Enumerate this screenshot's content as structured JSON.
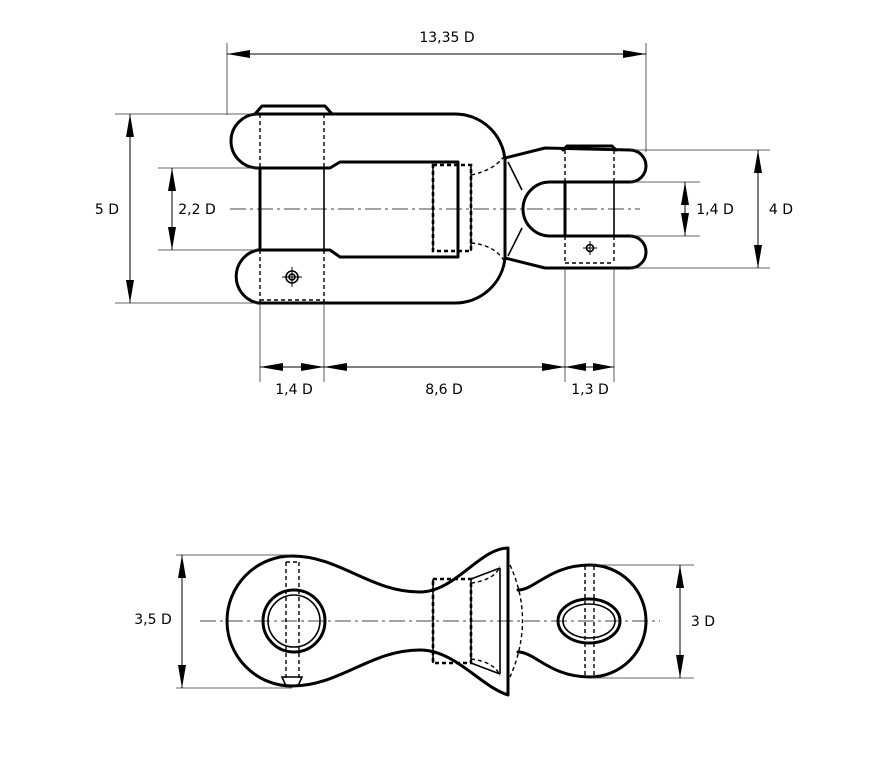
{
  "dimensions": {
    "overall_length": "13,35 D",
    "outer_height": "5 D",
    "inner_gap": "2,2 D",
    "small_inner_gap": "1,4 D",
    "small_outer_height": "4 D",
    "pin_width_left": "1,4 D",
    "center_span": "8,6 D",
    "pin_width_right": "1,3 D",
    "bottom_height_left": "3,5 D",
    "bottom_height_right": "3 D"
  }
}
